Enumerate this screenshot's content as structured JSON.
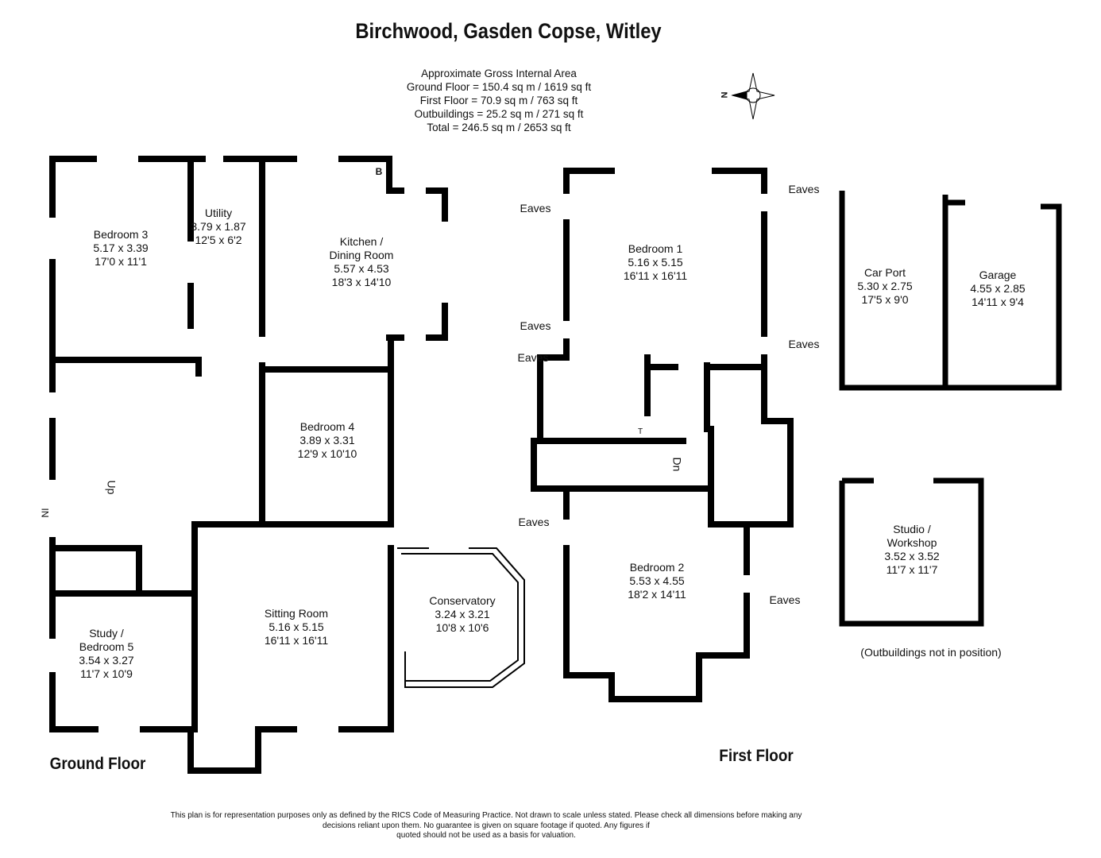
{
  "title": "Birchwood, Gasden Copse, Witley",
  "area": {
    "heading": "Approximate Gross Internal Area",
    "ground": "Ground Floor = 150.4 sq m / 1619 sq ft",
    "first": "First Floor = 70.9 sq m / 763 sq ft",
    "outbuildings": "Outbuildings = 25.2 sq m / 271 sq ft",
    "total": "Total = 246.5 sq m / 2653 sq ft"
  },
  "compass": {
    "label": "N"
  },
  "ground_floor": {
    "label": "Ground Floor",
    "entrance": "IN",
    "stairs": "Up",
    "rooms": {
      "bedroom3": {
        "name": "Bedroom 3",
        "metric": "5.17 x 3.39",
        "imperial": "17'0 x 11'1"
      },
      "utility": {
        "name": "Utility",
        "metric": "3.79 x 1.87",
        "imperial": "12'5 x 6'2"
      },
      "kitchen": {
        "name": "Kitchen /",
        "name2": "Dining Room",
        "metric": "5.57 x 4.53",
        "imperial": "18'3 x 14'10"
      },
      "bedroom4": {
        "name": "Bedroom 4",
        "metric": "3.89 x 3.31",
        "imperial": "12'9 x 10'10"
      },
      "sitting": {
        "name": "Sitting Room",
        "metric": "5.16 x 5.15",
        "imperial": "16'11 x 16'11"
      },
      "conservatory": {
        "name": "Conservatory",
        "metric": "3.24 x 3.21",
        "imperial": "10'8 x 10'6"
      },
      "study": {
        "name": "Study /",
        "name2": "Bedroom 5",
        "metric": "3.54 x 3.27",
        "imperial": "11'7 x 10'9"
      }
    },
    "boiler": "B"
  },
  "first_floor": {
    "label": "First Floor",
    "stairs": "Dn",
    "eaves": "Eaves",
    "tank": "T",
    "rooms": {
      "bedroom1": {
        "name": "Bedroom 1",
        "metric": "5.16 x 5.15",
        "imperial": "16'11 x 16'11"
      },
      "bedroom2": {
        "name": "Bedroom 2",
        "metric": "5.53 x 4.55",
        "imperial": "18'2 x 14'11"
      }
    }
  },
  "outbuildings": {
    "carport": {
      "name": "Car Port",
      "metric": "5.30 x 2.75",
      "imperial": "17'5 x 9'0"
    },
    "garage": {
      "name": "Garage",
      "metric": "4.55 x 2.85",
      "imperial": "14'11 x 9'4"
    },
    "studio": {
      "name": "Studio /",
      "name2": "Workshop",
      "metric": "3.52 x 3.52",
      "imperial": "11'7 x 11'7"
    },
    "note": "(Outbuildings not in position)"
  },
  "disclaimer": {
    "line1": "This plan is for representation purposes only as defined by the RICS Code of Measuring Practice. Not drawn to scale unless stated. Please check all dimensions before making any",
    "line2": "decisions reliant upon them. No guarantee is given on square footage if quoted. Any figures if",
    "line3": "quoted should not be used as a basis for valuation."
  }
}
